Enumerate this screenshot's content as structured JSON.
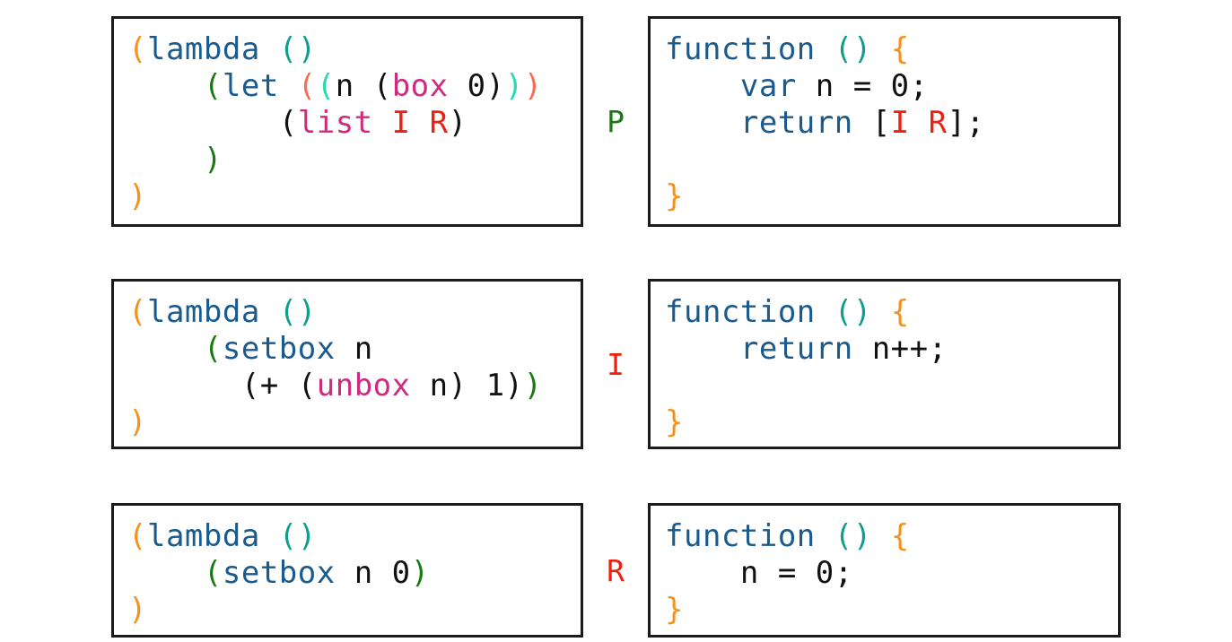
{
  "page": {
    "background": "#ffffff",
    "title": "Lambda vs JavaScript closure translation diagram"
  },
  "palette": {
    "keyword": "#1a5a8c",
    "identifier": "#111111",
    "function_pink": "#cc2b7e",
    "letter_red": "#ee2010",
    "paren_orange": "#f6911e",
    "paren_teal": "#0f9e8e",
    "paren_green": "#1a7a0f",
    "paren_salmon": "#fb6a52",
    "paren_cyan": "#25d9b5",
    "paren_dark": "#111111",
    "label_green": "#1a7a0f",
    "border": "#1b1b1b"
  },
  "rows": [
    {
      "label": "P",
      "label_color": "#1a7a0f",
      "scheme": {
        "lines": [
          "(lambda ()",
          "    (let ((n (box 0)))",
          "        (list I R)",
          "    )",
          ")"
        ]
      },
      "javascript": {
        "lines": [
          "function () {",
          "    var n = 0;",
          "    return [I R];",
          "",
          "}"
        ]
      }
    },
    {
      "label": "I",
      "label_color": "#ee2010",
      "scheme": {
        "lines": [
          "(lambda ()",
          "    (setbox n",
          "      (+ (unbox n) 1))",
          ")"
        ]
      },
      "javascript": {
        "lines": [
          "function () {",
          "    return n++;",
          "",
          "}"
        ]
      }
    },
    {
      "label": "R",
      "label_color": "#ee2010",
      "scheme": {
        "lines": [
          "(lambda ()",
          "    (setbox n 0)",
          ")"
        ]
      },
      "javascript": {
        "lines": [
          "function () {",
          "    n = 0;",
          "}"
        ]
      }
    }
  ]
}
